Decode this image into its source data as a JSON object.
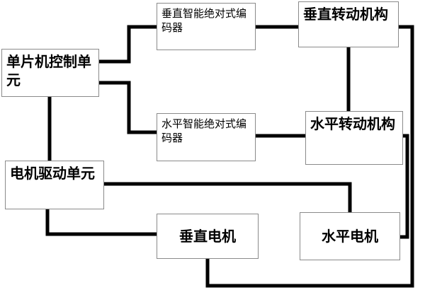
{
  "blocks": {
    "mcu": "单片机控制单元",
    "v_encoder": "垂直智能绝对式编码器",
    "v_mechanism": "垂直转动机构",
    "h_encoder": "水平智能绝对式编码器",
    "h_mechanism": "水平转动机构",
    "motor_driver": "电机驱动单元",
    "v_motor": "垂直电机",
    "h_motor": "水平电机"
  }
}
